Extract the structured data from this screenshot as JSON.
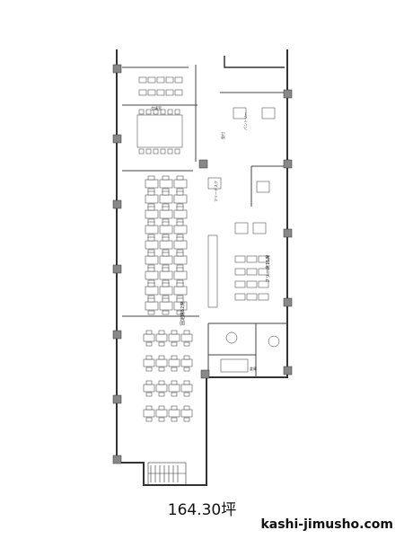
{
  "floor_plan": {
    "area": "164.30坪",
    "site": "kashi-jimusho.com",
    "labels": {
      "fixed_seats": "固定席52席",
      "free_seats": "フリー席15席",
      "meeting_room": "会議室",
      "reception": "受付",
      "pantry": "パントリー",
      "free_desk": "フリーデスク",
      "storage": "倉庫"
    }
  }
}
